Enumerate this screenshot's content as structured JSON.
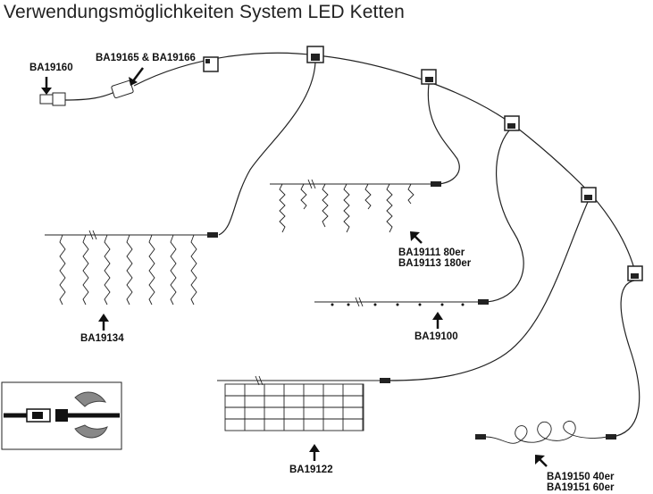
{
  "title": "Verwendungsmöglichkeiten System LED Ketten",
  "labels": {
    "ba19160": "BA19160",
    "ba19165": "BA19165 & BA19166",
    "ba19111_line1": "BA19111 80er",
    "ba19111_line2": "BA19113 180er",
    "ba19134": "BA19134",
    "ba19100": "BA19100",
    "ba19122": "BA19122",
    "ba19150_line1": "BA19150  40er",
    "ba19150_line2": "BA19151  60er"
  },
  "icons": {
    "arrow": "arrow-icon",
    "connector": "t-connector-icon",
    "plug": "plug-icon",
    "controller": "controller-icon"
  },
  "colors": {
    "line": "#222222",
    "background": "#ffffff"
  }
}
